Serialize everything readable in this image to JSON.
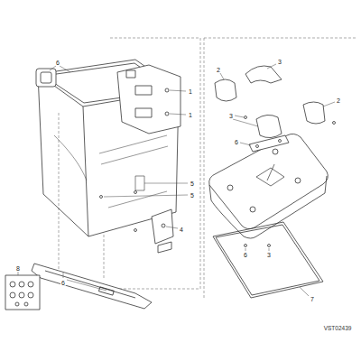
{
  "diagram": {
    "labels": [
      "6",
      "1",
      "1",
      "5",
      "5",
      "4",
      "8",
      "6",
      "2",
      "3",
      "3",
      "2",
      "6",
      "6",
      "3",
      "7",
      "VST02439"
    ]
  }
}
